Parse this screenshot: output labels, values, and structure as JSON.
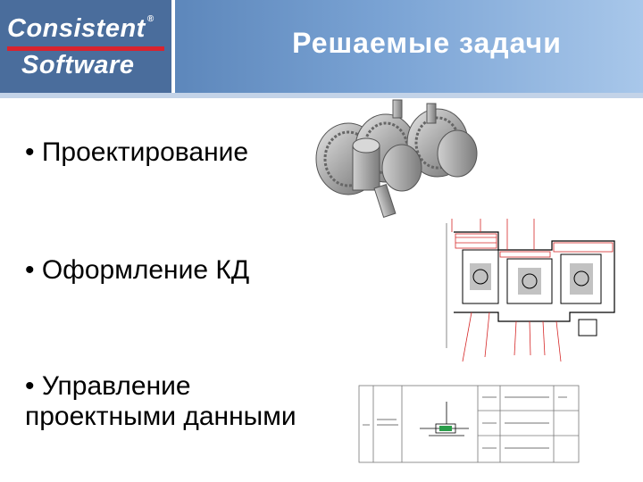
{
  "logo": {
    "line1": "Consistent",
    "line2": "Software",
    "registered": "®"
  },
  "header": {
    "title": "Решаемые задачи"
  },
  "bullets": [
    {
      "text": "• Проектирование"
    },
    {
      "text": "• Оформление КД"
    },
    {
      "text_line1": "• Управление",
      "text_line2": "проектными данными"
    }
  ],
  "colors": {
    "logo_bg": "#4a6d9c",
    "logo_rule": "#d9232e",
    "title_gradient_start": "#5d87bb",
    "title_gradient_end": "#a8c7ea"
  }
}
